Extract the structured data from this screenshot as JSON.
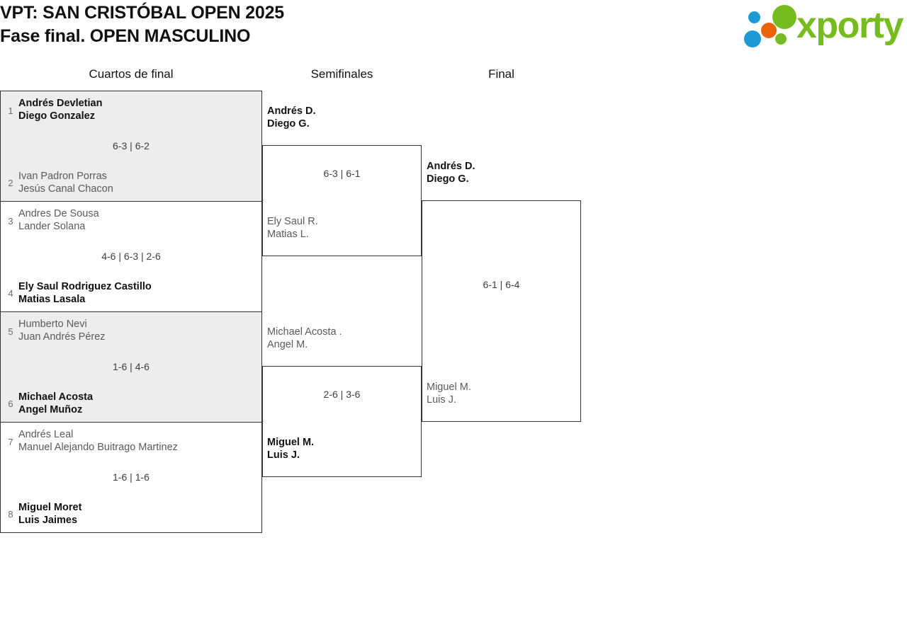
{
  "header": {
    "title_line1": "VPT: SAN CRISTÓBAL OPEN 2025",
    "title_line2": "Fase final. OPEN MASCULINO",
    "logo_word": "xporty",
    "logo_colors": {
      "green": "#77bc1f",
      "blue": "#1b9ad6",
      "orange": "#e8630a"
    }
  },
  "rounds": [
    {
      "label": "Cuartos de final"
    },
    {
      "label": "Semifinales"
    },
    {
      "label": "Final"
    }
  ],
  "bracket": {
    "quarterfinals": [
      {
        "shaded": true,
        "score": "6-3 | 6-2",
        "top": {
          "seed": "1",
          "player1": "Andrés Devletian",
          "player2": "Diego Gonzalez",
          "result": "winner"
        },
        "bottom": {
          "seed": "2",
          "player1": "Ivan Padron Porras",
          "player2": "Jesús Canal Chacon",
          "result": "loser"
        }
      },
      {
        "shaded": false,
        "score": "4-6 | 6-3 | 2-6",
        "top": {
          "seed": "3",
          "player1": "Andres De Sousa",
          "player2": "Lander Solana",
          "result": "loser"
        },
        "bottom": {
          "seed": "4",
          "player1": "Ely Saul Rodriguez Castillo",
          "player2": "Matias Lasala",
          "result": "winner"
        }
      },
      {
        "shaded": true,
        "score": "1-6 | 4-6",
        "top": {
          "seed": "5",
          "player1": "Humberto Nevi",
          "player2": "Juan Andrés Pérez",
          "result": "loser"
        },
        "bottom": {
          "seed": "6",
          "player1": "Michael Acosta",
          "player2": "Angel Muñoz",
          "result": "winner"
        }
      },
      {
        "shaded": false,
        "score": "1-6 | 1-6",
        "top": {
          "seed": "7",
          "player1": "Andrés Leal",
          "player2": "Manuel Alejando Buitrago Martinez",
          "result": "loser"
        },
        "bottom": {
          "seed": "8",
          "player1": "Miguel Moret",
          "player2": "Luis Jaimes",
          "result": "winner"
        }
      }
    ],
    "semifinals": [
      {
        "score": "6-3 | 6-1",
        "top": {
          "player1": "Andrés D.",
          "player2": "Diego G.",
          "result": "winner"
        },
        "bottom": {
          "player1": "Ely Saul R.",
          "player2": "Matias L.",
          "result": "loser"
        }
      },
      {
        "score": "2-6 | 3-6",
        "top": {
          "player1": "Michael Acosta .",
          "player2": "Angel M.",
          "result": "loser"
        },
        "bottom": {
          "player1": "Miguel M.",
          "player2": "Luis J.",
          "result": "winner"
        }
      }
    ],
    "final": [
      {
        "score": "6-1 | 6-4",
        "top": {
          "player1": "Andrés D.",
          "player2": "Diego G.",
          "result": "winner"
        },
        "bottom": {
          "player1": "Miguel M.",
          "player2": "Luis J.",
          "result": "loser"
        }
      }
    ]
  }
}
